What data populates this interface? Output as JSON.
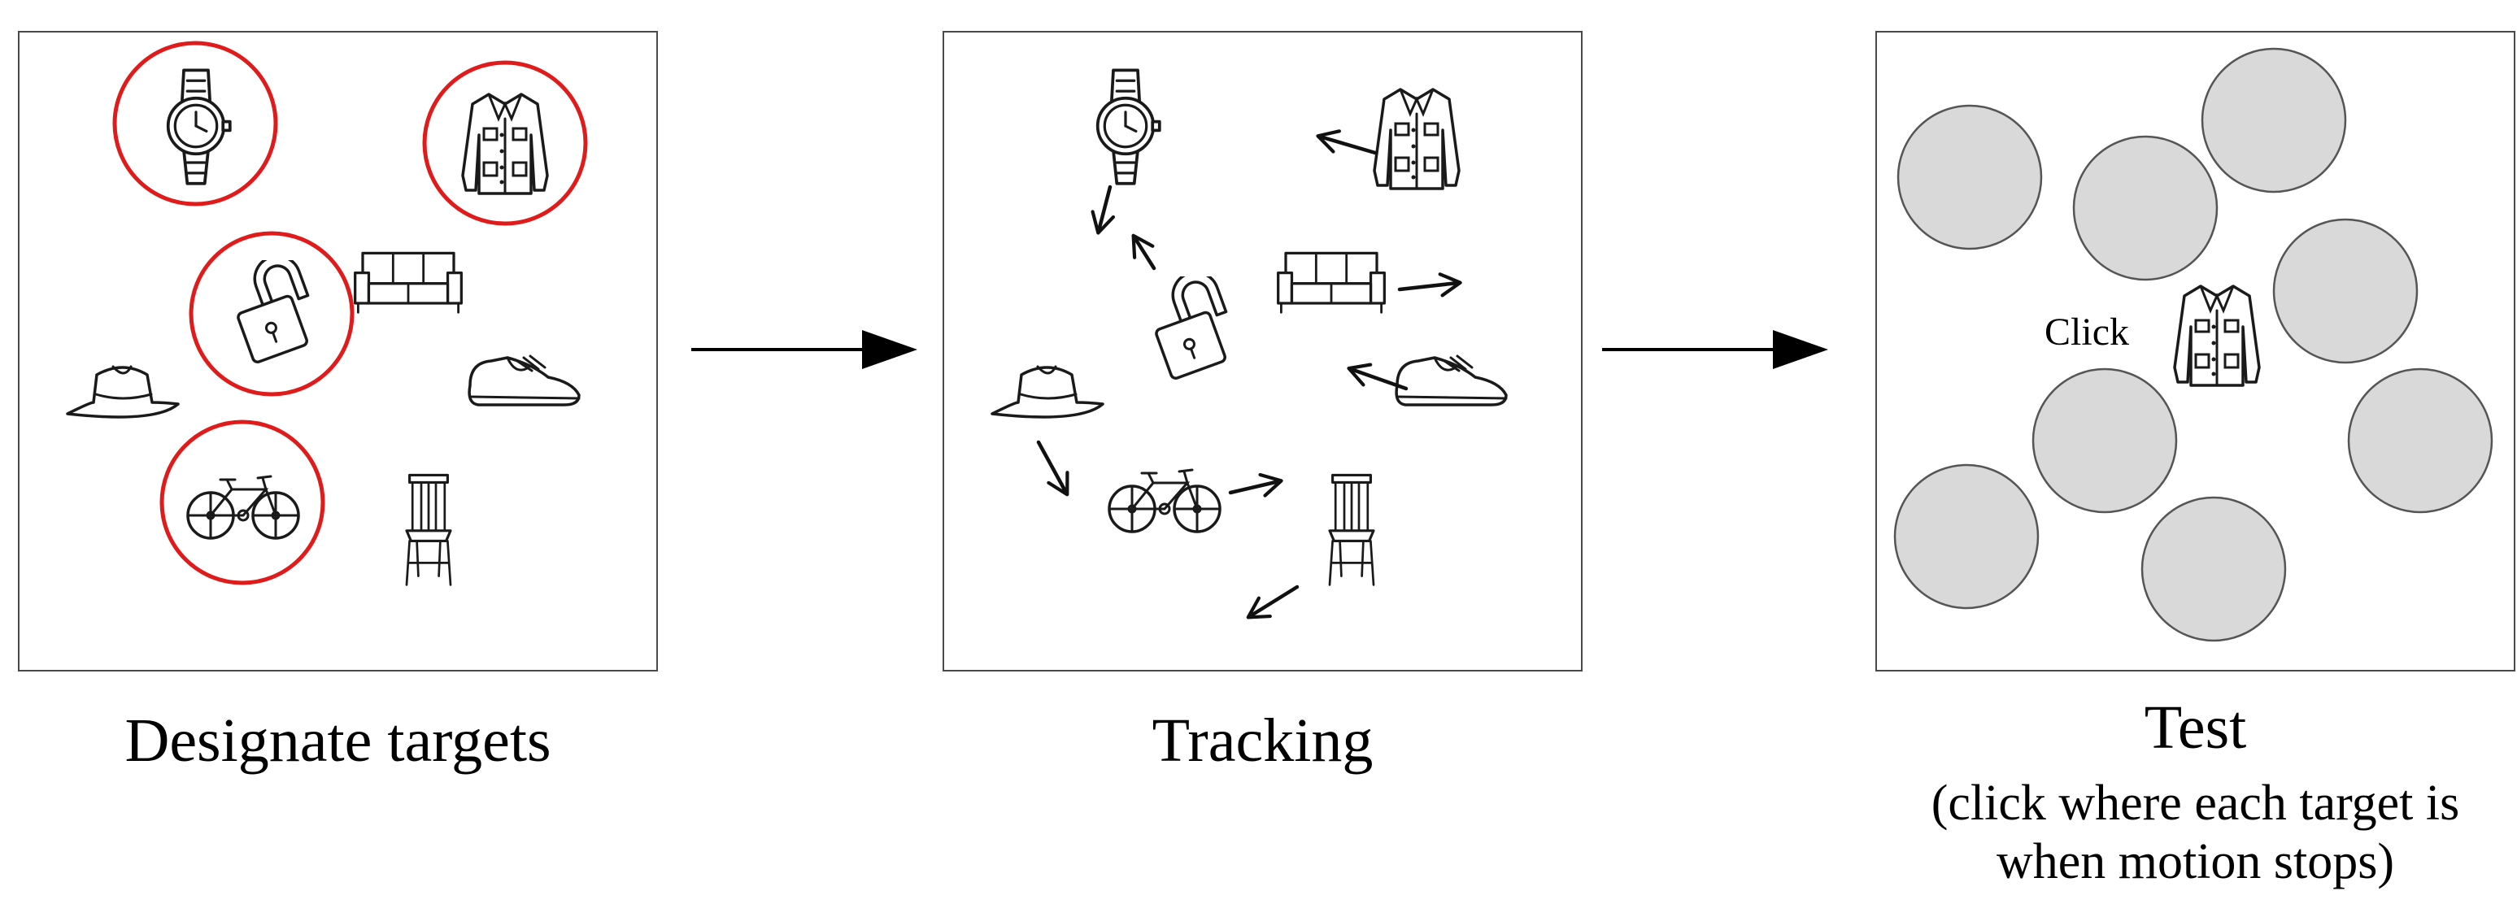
{
  "panels": [
    {
      "id": "designate",
      "caption": "Designate targets"
    },
    {
      "id": "tracking",
      "caption": "Tracking"
    },
    {
      "id": "test",
      "caption": "Test",
      "subcaption": "(click where each target is\nwhen motion stops)",
      "prompt": "Click"
    }
  ],
  "objects": [
    "watch",
    "jacket",
    "padlock",
    "couch",
    "hat",
    "shoe",
    "bicycle",
    "chair"
  ],
  "targets": [
    "watch",
    "jacket",
    "padlock",
    "bicycle"
  ],
  "probe_object": "jacket",
  "placeholder_count": 8,
  "colors": {
    "target_marker": "#e01b1b",
    "placeholder_fill": "#d9d9d9",
    "border": "#4a4a4a"
  }
}
